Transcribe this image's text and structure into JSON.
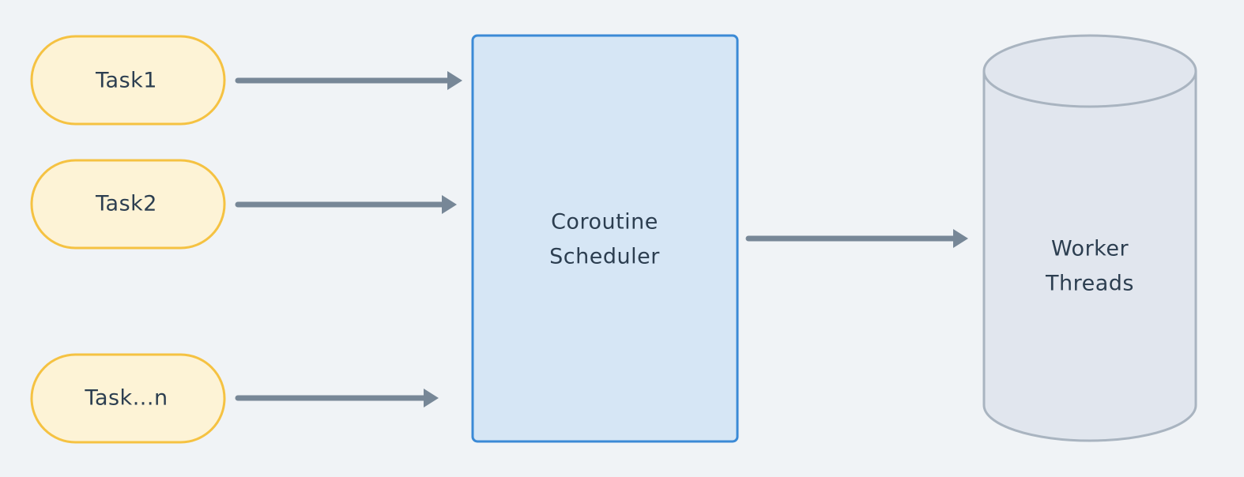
{
  "diagram": {
    "tasks": [
      {
        "label": "Task1"
      },
      {
        "label": "Task2"
      },
      {
        "label": "Task...n"
      }
    ],
    "scheduler": {
      "line1": "Coroutine",
      "line2": "Scheduler"
    },
    "workers": {
      "line1": "Worker",
      "line2": "Threads"
    }
  },
  "colors": {
    "background": "#f0f3f6",
    "task_fill": "#fdf3d6",
    "task_stroke": "#f5c242",
    "scheduler_fill": "#d6e6f5",
    "scheduler_stroke": "#3b8ad6",
    "worker_fill": "#e1e6ee",
    "worker_stroke": "#a9b4c0",
    "arrow": "#778797",
    "text": "#2c3e50"
  }
}
